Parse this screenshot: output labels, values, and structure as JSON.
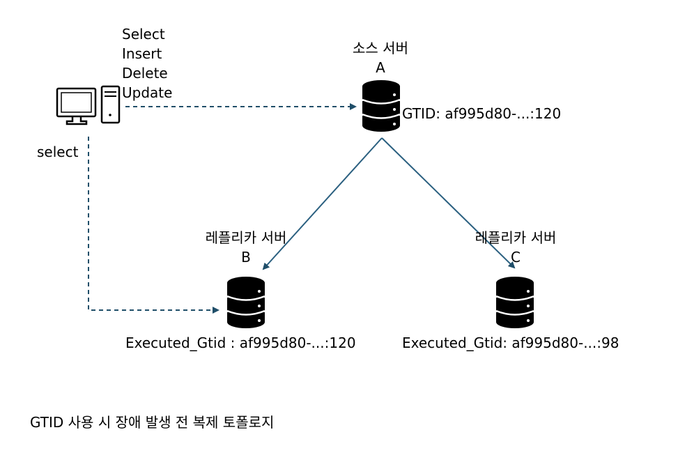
{
  "client": {
    "ops": [
      "Select",
      "Insert",
      "Delete",
      "Update"
    ],
    "read_op": "select"
  },
  "source": {
    "title": "소스 서버",
    "id": "A",
    "gtid": "GTID: af995d80-...:120"
  },
  "replica_b": {
    "title": "레플리카 서버",
    "id": "B",
    "executed": "Executed_Gtid : af995d80-...:120"
  },
  "replica_c": {
    "title": "레플리카 서버",
    "id": "C",
    "executed": "Executed_Gtid: af995d80-...:98"
  },
  "caption": "GTID 사용 시 장애 발생 전 복제 토폴로지",
  "colors": {
    "dashed_line": "#1f4e69",
    "solid_line": "#2b6080",
    "icon": "#000000"
  }
}
